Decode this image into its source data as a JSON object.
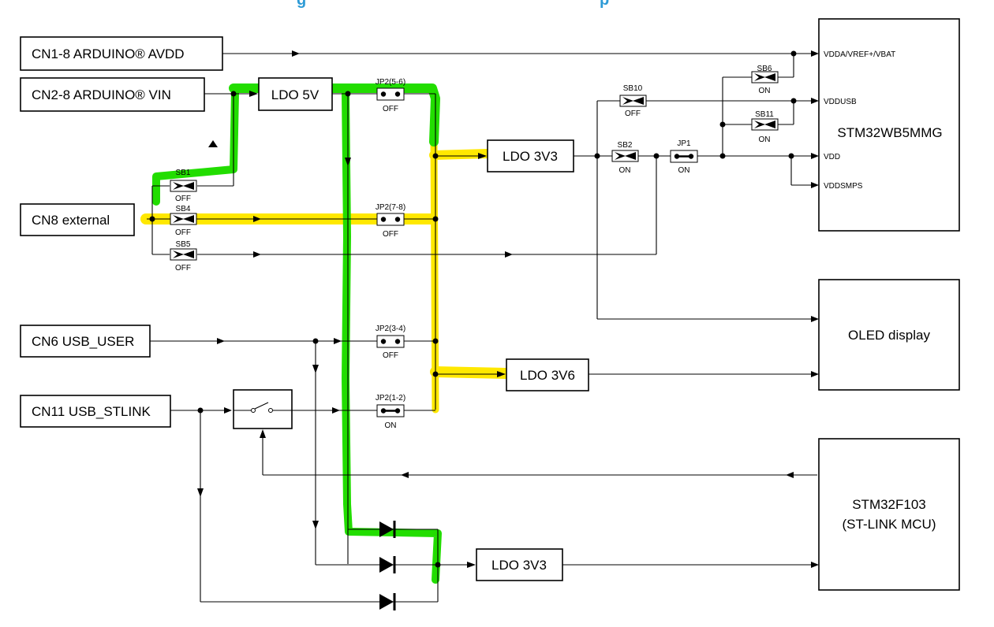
{
  "title_fragments": {
    "left": "g",
    "right": "p"
  },
  "sources": {
    "cn1": "CN1-8 ARDUINO® AVDD",
    "cn2": "CN2-8 ARDUINO® VIN",
    "cn8": "CN8 external",
    "cn6": "CN6 USB_USER",
    "cn11": "CN11 USB_STLINK"
  },
  "blocks": {
    "ldo5v": "LDO 5V",
    "ldo3v3_top": "LDO 3V3",
    "ldo3v6": "LDO 3V6",
    "ldo3v3_bottom": "LDO 3V3",
    "stm32wb_name": "STM32WB5MMG",
    "oled": "OLED display",
    "stm32f103_line1": "STM32F103",
    "stm32f103_line2": "(ST-LINK MCU)"
  },
  "pins": {
    "vdda": "VDDA/VREF+/VBAT",
    "vddusb": "VDDUSB",
    "vdd": "VDD",
    "vddsmps": "VDDSMPS"
  },
  "jumpers": {
    "jp2_56": {
      "name": "JP2(5-6)",
      "state": "OFF"
    },
    "jp2_78": {
      "name": "JP2(7-8)",
      "state": "OFF"
    },
    "jp2_34": {
      "name": "JP2(3-4)",
      "state": "OFF"
    },
    "jp2_12": {
      "name": "JP2(1-2)",
      "state": "ON"
    },
    "jp1": {
      "name": "JP1",
      "state": "ON"
    }
  },
  "solder_bridges": {
    "sb1": {
      "name": "SB1",
      "state": "OFF"
    },
    "sb4": {
      "name": "SB4",
      "state": "OFF"
    },
    "sb5": {
      "name": "SB5",
      "state": "OFF"
    },
    "sb10": {
      "name": "SB10",
      "state": "OFF"
    },
    "sb2": {
      "name": "SB2",
      "state": "ON"
    },
    "sb6": {
      "name": "SB6",
      "state": "ON"
    },
    "sb11": {
      "name": "SB11",
      "state": "ON"
    }
  },
  "highlight_colors": {
    "green": "#22dd00",
    "yellow": "#ffe800"
  }
}
